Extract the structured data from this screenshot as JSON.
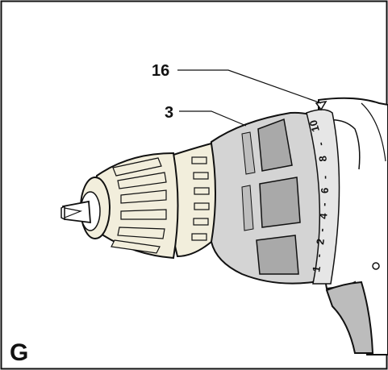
{
  "figure": {
    "panel_letter": "G",
    "callouts": [
      {
        "id": "torque-adjust-ring",
        "number": "16"
      },
      {
        "id": "torque-preselection-ring",
        "number": "3"
      }
    ],
    "torque_scale": [
      "1",
      "-",
      "2",
      "-",
      "4",
      "-",
      "6",
      "-",
      "8",
      "-",
      "10"
    ],
    "colors": {
      "line": "#111111",
      "chuck_fill": "#f2eedc",
      "ring_fill": "#d4d4d4",
      "ring_shadow": "#a9a9a9",
      "housing": "#ffffff",
      "grip": "#bcbcbc"
    }
  }
}
